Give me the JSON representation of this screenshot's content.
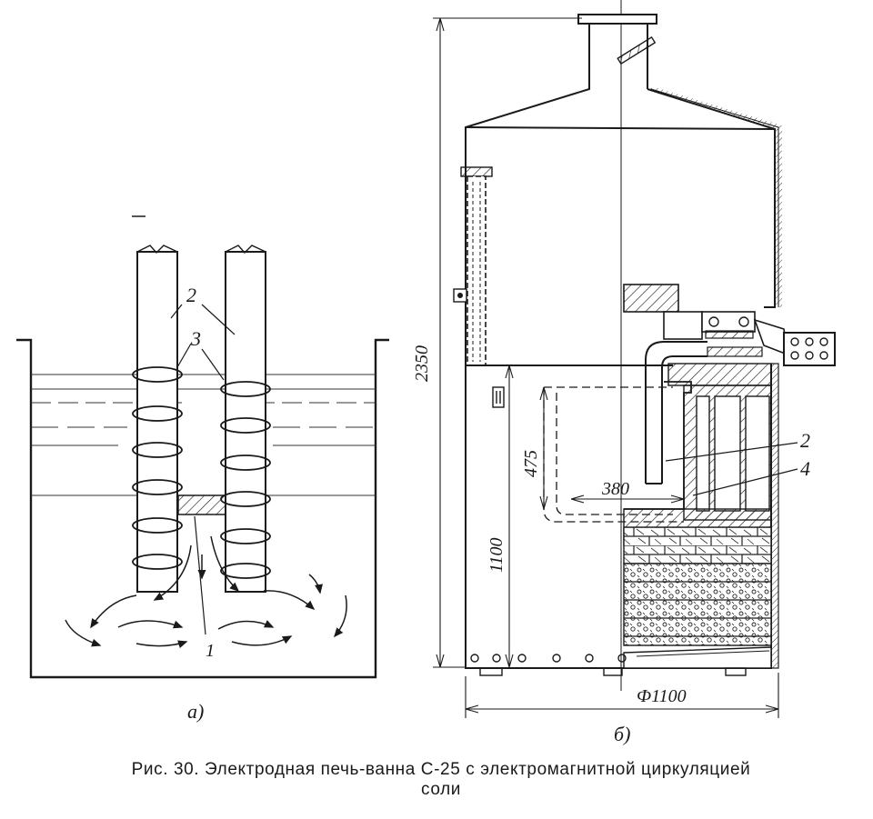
{
  "figure_a": {
    "label": "а)",
    "callouts": {
      "electrode": "2",
      "coil": "3",
      "jumper": "1"
    }
  },
  "figure_b": {
    "label": "б)",
    "callouts": {
      "electrode": "2",
      "crucible": "4"
    },
    "dimensions": {
      "total_height": "2350",
      "bath_height": "1100",
      "salt_depth": "475",
      "crucible_width": "380",
      "diameter": "Ф1100"
    }
  },
  "caption": {
    "line1": "Рис. 30. Электродная печь-ванна С-25 с электромагнитной циркуляцией",
    "line2": "соли"
  }
}
